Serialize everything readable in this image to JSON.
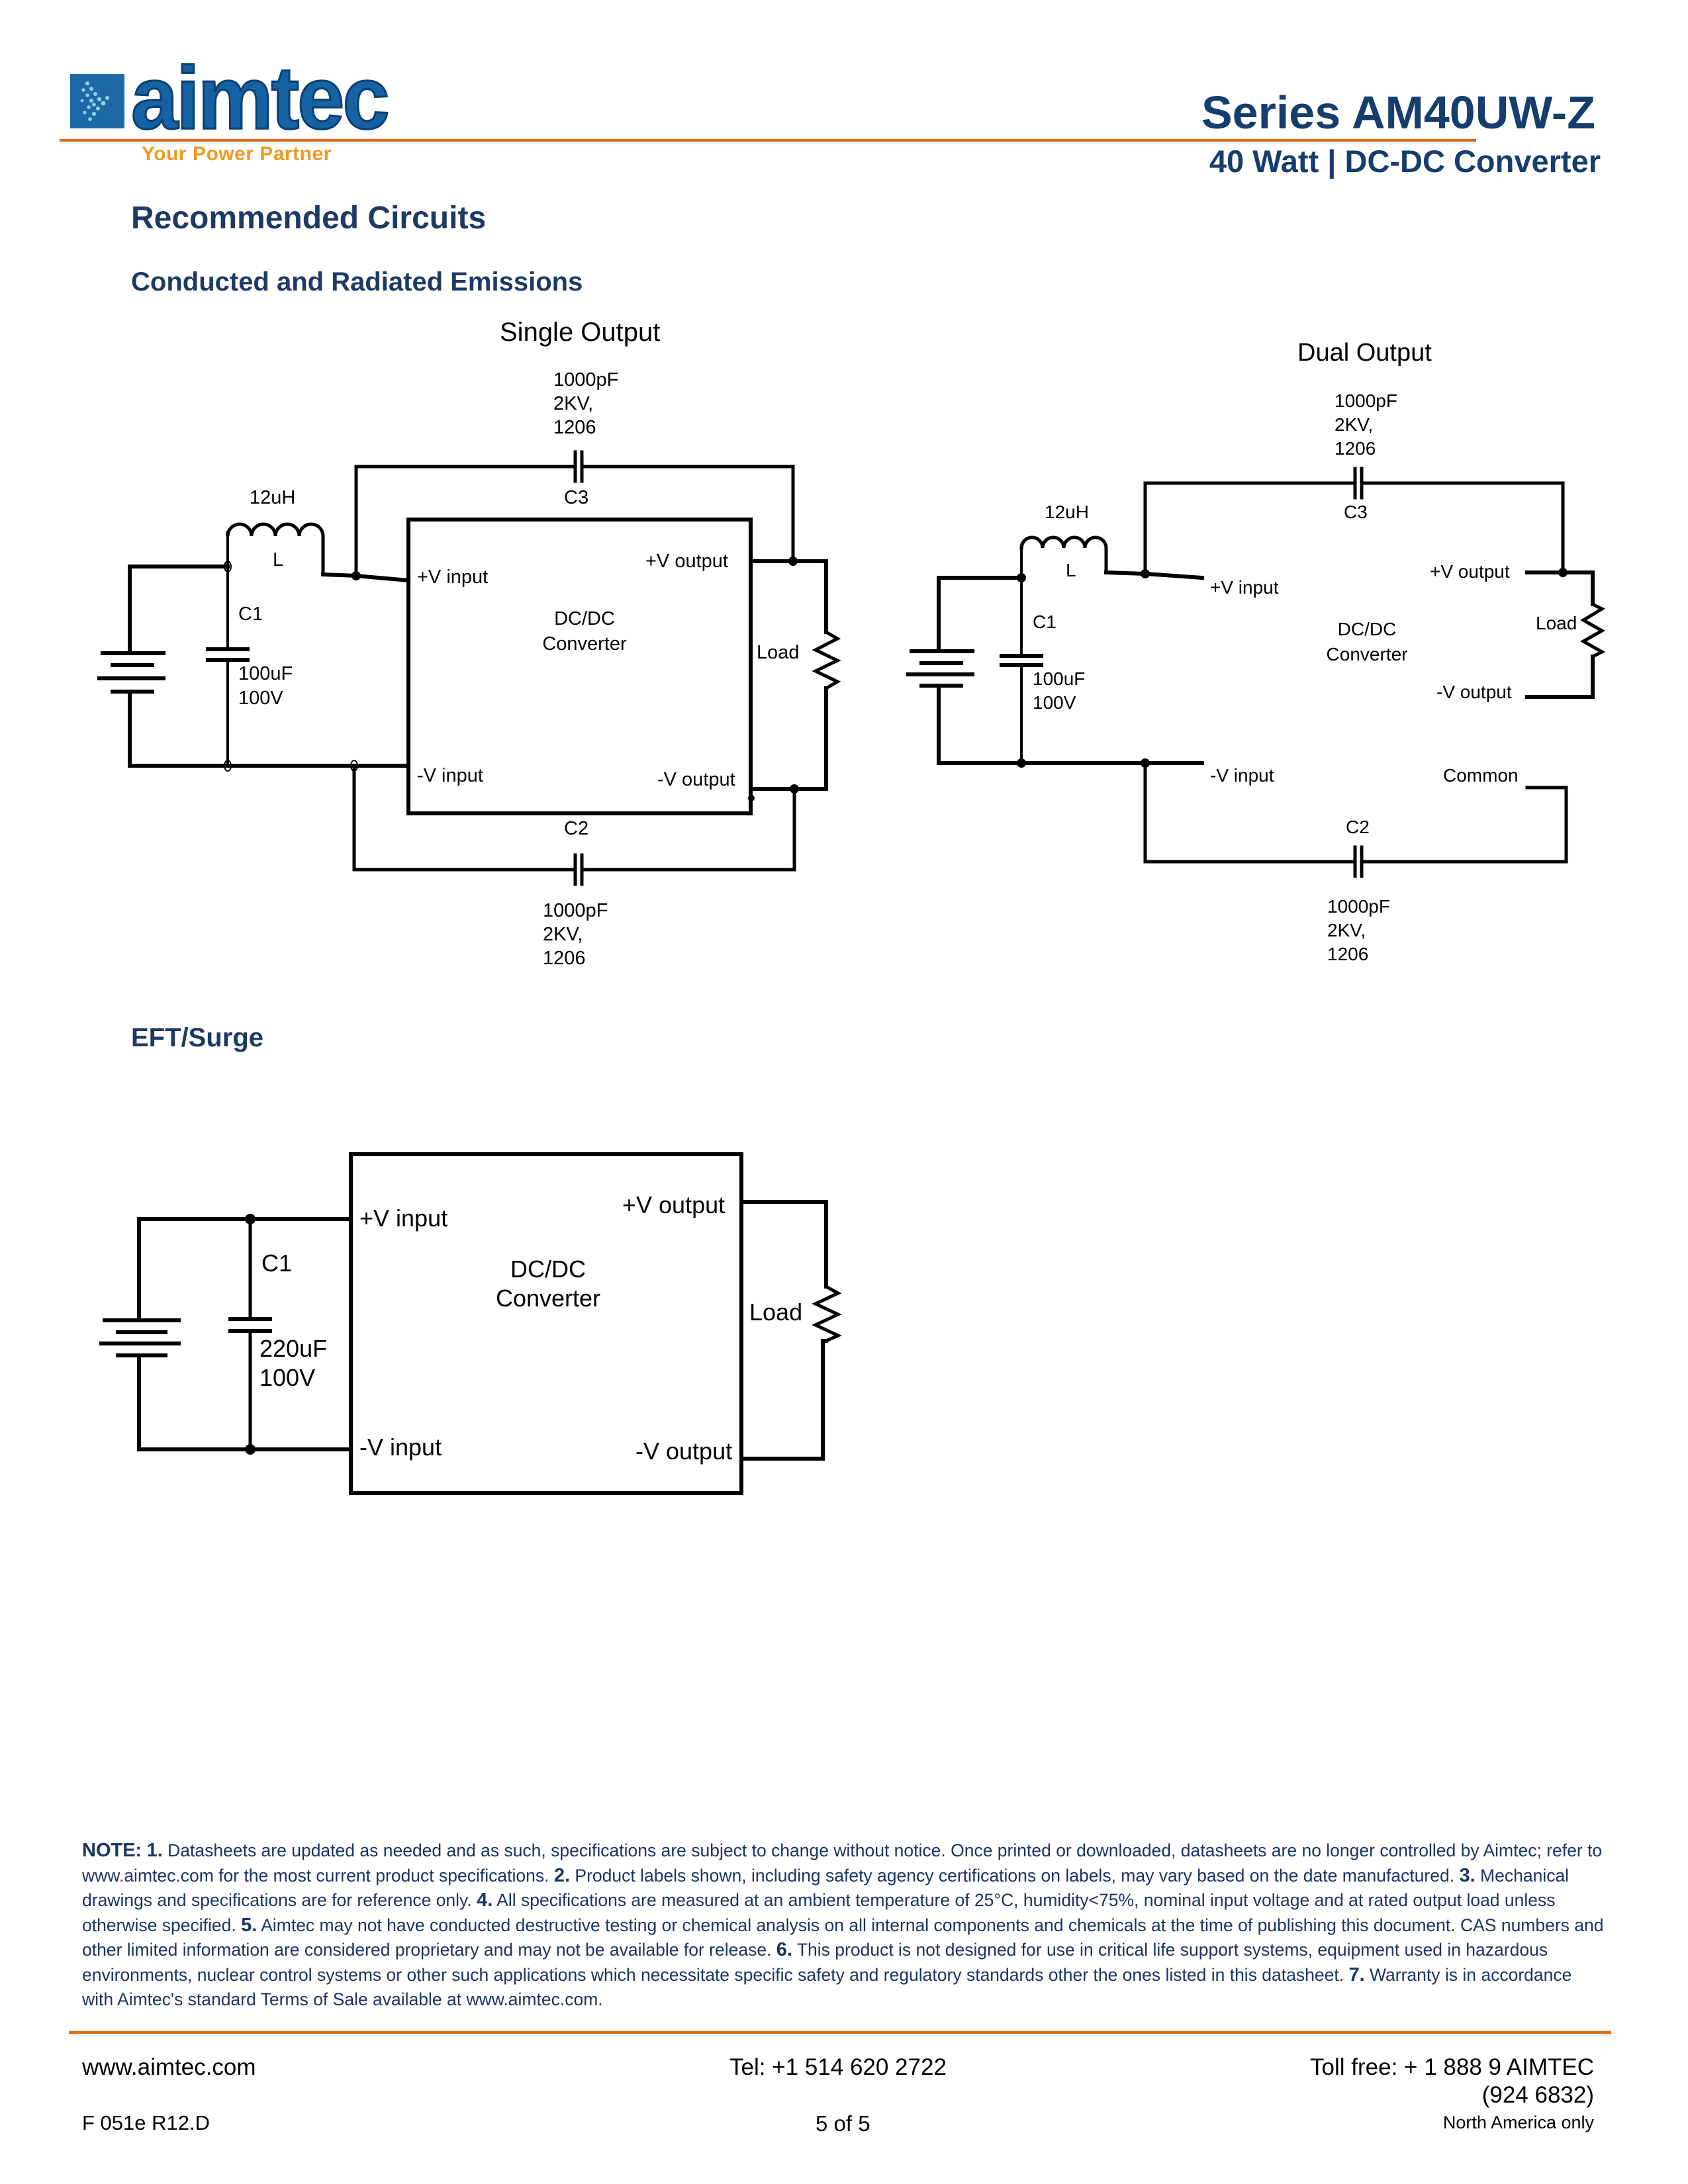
{
  "header": {
    "logo_word": "aimtec",
    "tagline": "Your Power Partner",
    "series_title": "Series AM40UW-Z",
    "subtitle": "40 Watt | DC-DC Converter"
  },
  "colors": {
    "brand_blue": "#1563a3",
    "heading_navy": "#1d3a64",
    "accent_orange": "#e56a10",
    "tagline_orange": "#ef9a1e"
  },
  "section": {
    "title": "Recommended Circuits",
    "emissions_heading": "Conducted and Radiated Emissions",
    "eft_heading": "EFT/Surge"
  },
  "single_output": {
    "title": "Single Output",
    "c3_value": "1000pF",
    "c3_rating": "2KV,",
    "c3_package": "1206",
    "c3_label": "C3",
    "inductor_value": "12uH",
    "inductor_label": "L",
    "c1_label": "C1",
    "c1_value": "100uF",
    "c1_rating": "100V",
    "converter_line1": "DC/DC",
    "converter_line2": "Converter",
    "pin_vin_pos": "+V input",
    "pin_vin_neg": "-V input",
    "pin_vout_pos": "+V output",
    "pin_vout_neg": "-V output",
    "load_label": "Load",
    "c2_label": "C2",
    "c2_value": "1000pF",
    "c2_rating": "2KV,",
    "c2_package": "1206"
  },
  "dual_output": {
    "title": "Dual Output",
    "c3_value": "1000pF",
    "c3_rating": "2KV,",
    "c3_package": "1206",
    "c3_label": "C3",
    "inductor_value": "12uH",
    "inductor_label": "L",
    "c1_label": "C1",
    "c1_value": "100uF",
    "c1_rating": "100V",
    "converter_line1": "DC/DC",
    "converter_line2": "Converter",
    "pin_vin_pos": "+V input",
    "pin_vin_neg": "-V input",
    "pin_vout_pos": "+V output",
    "pin_vout_neg": "-V output",
    "pin_common": "Common",
    "load_label": "Load",
    "c2_label": "C2",
    "c2_value": "1000pF",
    "c2_rating": "2KV,",
    "c2_package": "1206"
  },
  "eft_surge": {
    "c1_label": "C1",
    "c1_value": "220uF",
    "c1_rating": "100V",
    "converter_line1": "DC/DC",
    "converter_line2": "Converter",
    "pin_vin_pos": "+V input",
    "pin_vin_neg": "-V input",
    "pin_vout_pos": "+V output",
    "pin_vout_neg": "-V output",
    "load_label": "Load"
  },
  "notes": {
    "prefix": "NOTE:",
    "items": [
      {
        "num": "1.",
        "text": "Datasheets are updated as needed and as such, specifications are subject to change without notice.  Once printed or downloaded, datasheets are no longer controlled by Aimtec; refer to www.aimtec.com for the most current product specifications."
      },
      {
        "num": "2.",
        "text": "Product labels shown, including safety agency certifications on labels, may vary based on the date manufactured."
      },
      {
        "num": "3.",
        "text": "Mechanical drawings and specifications are for reference only."
      },
      {
        "num": "4.",
        "text": "All specifications are measured at an ambient temperature of 25°C, humidity<75%, nominal input voltage and at rated output load unless otherwise specified."
      },
      {
        "num": "5.",
        "text": "Aimtec may not have conducted destructive testing or chemical analysis on all internal components and chemicals at the time of publishing this document.  CAS numbers and other limited information are considered proprietary and may not be available for release."
      },
      {
        "num": "6.",
        "text": "This product is not designed for use in critical life support systems, equipment used in hazardous environments, nuclear control systems or other such applications which necessitate specific safety and regulatory standards other the ones listed in this datasheet."
      },
      {
        "num": "7.",
        "text": "Warranty is in accordance with Aimtec's standard Terms of Sale available at www.aimtec.com."
      }
    ]
  },
  "footer": {
    "website": "www.aimtec.com",
    "tel": "Tel: +1 514 620 2722",
    "toll_free": "Toll free: + 1 888 9 AIMTEC",
    "toll_free_digits": "(924 6832)",
    "region": "North America only",
    "doc_code": "F 051e R12.D",
    "page": "5 of 5"
  }
}
